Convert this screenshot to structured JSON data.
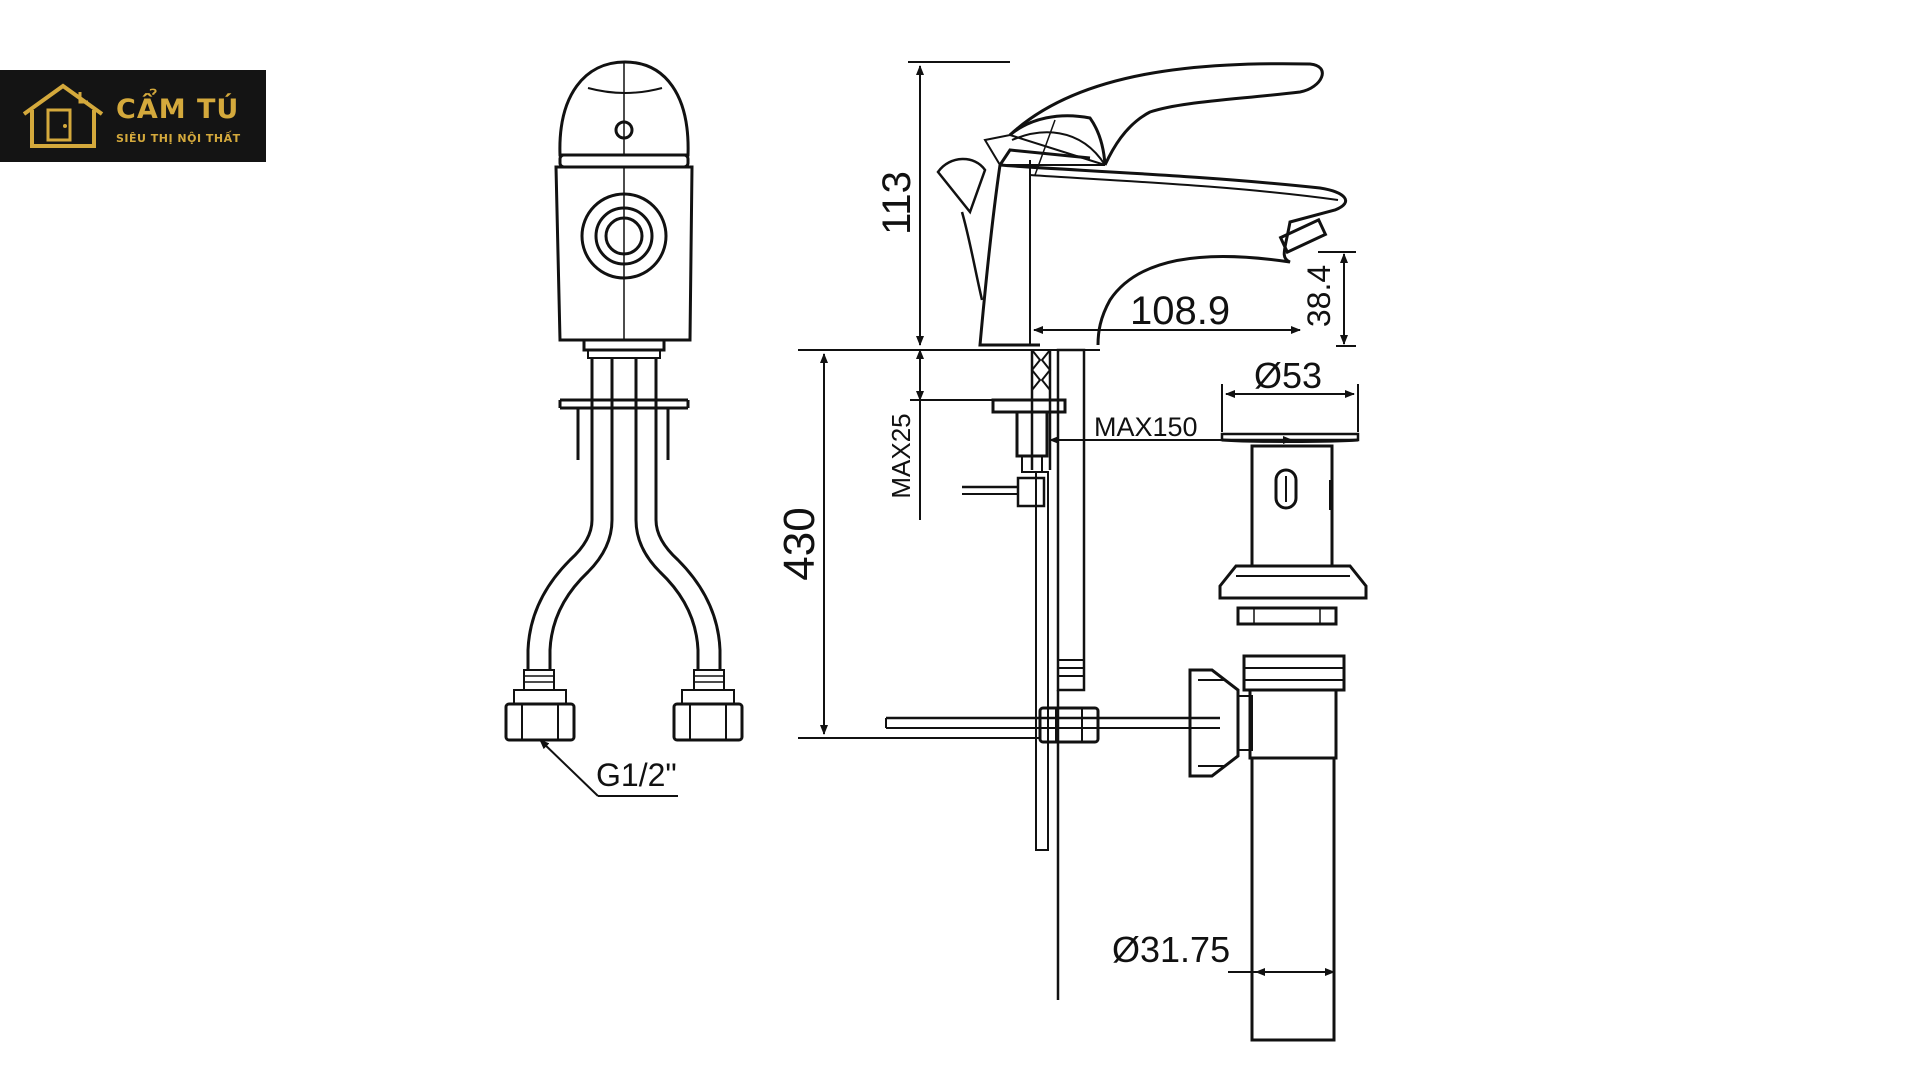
{
  "logo": {
    "name": "CẨM TÚ",
    "tagline": "SIÊU THỊ NỘI THẤT",
    "accent_color": "#d4a93c",
    "background_color": "#141414"
  },
  "dimensions": {
    "height_total": "113",
    "spout_reach": "108.9",
    "spout_clearance": "38.4",
    "waste_diameter": "Ø53",
    "max_thickness": "MAX25",
    "max_hole": "MAX150",
    "hose_length": "430",
    "connection_thread": "G1/2\"",
    "tail_diameter": "Ø31.75"
  },
  "colors": {
    "line": "#111111"
  }
}
